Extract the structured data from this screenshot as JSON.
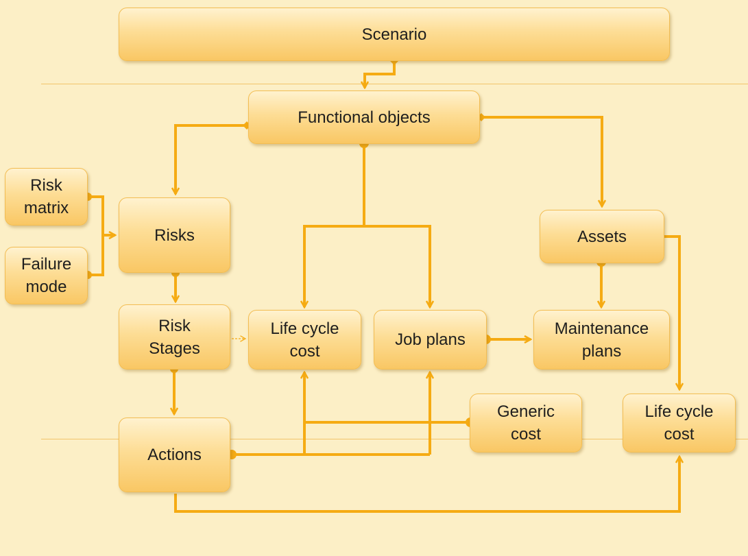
{
  "diagram": {
    "nodes": {
      "scenario": "Scenario",
      "functional_objects": "Functional objects",
      "risk_matrix": "Risk\nmatrix",
      "failure_mode": "Failure\nmode",
      "risks": "Risks",
      "assets": "Assets",
      "risk_stages": "Risk\nStages",
      "life_cycle_cost_left": "Life cycle\ncost",
      "job_plans": "Job plans",
      "maintenance_plans": "Maintenance\nplans",
      "generic_cost": "Generic\ncost",
      "life_cycle_cost_right": "Life cycle\ncost",
      "actions": "Actions"
    },
    "colors": {
      "background": "#fcefc6",
      "connector": "#f5ab13",
      "node_fill_top": "#fff2cf",
      "node_fill_bottom": "#f9c764",
      "node_border": "#f3bd52"
    }
  }
}
